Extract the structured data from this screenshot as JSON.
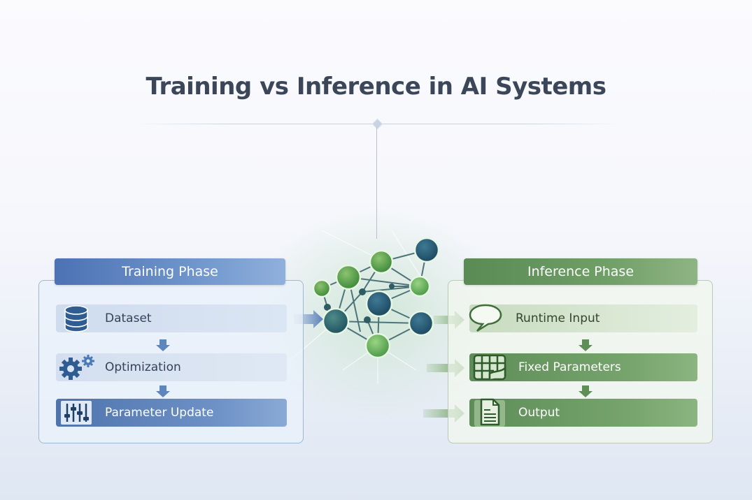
{
  "header": {
    "title": "Training vs Inference in AI Systems"
  },
  "training": {
    "title": "Training Phase",
    "color": "#4d72b4",
    "steps": [
      {
        "label": "Dataset",
        "icon": "database-icon"
      },
      {
        "label": "Optimization",
        "icon": "gears-icon"
      },
      {
        "label": "Parameter Update",
        "icon": "sliders-icon"
      }
    ]
  },
  "inference": {
    "title": "Inference Phase",
    "color": "#5a8b55",
    "steps": [
      {
        "label": "Runtime Input",
        "icon": "speech-bubble-icon"
      },
      {
        "label": "Fixed Parameters",
        "icon": "grid-icon"
      },
      {
        "label": "Output",
        "icon": "document-icon"
      }
    ]
  },
  "center": {
    "graphic": "neural-network-icon",
    "node_colors": [
      "#5b9a4a",
      "#2f6f6e",
      "#2b5f78",
      "#6aa652"
    ]
  }
}
